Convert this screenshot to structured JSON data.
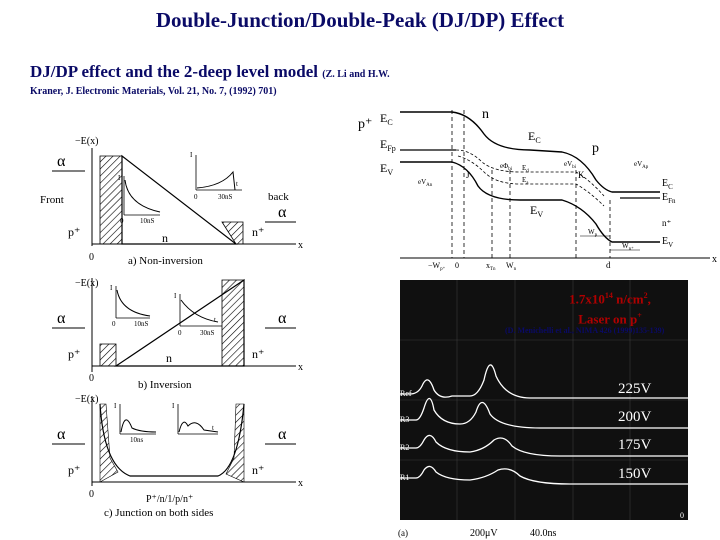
{
  "slide": {
    "title": "Double-Junction/Double-Peak (DJ/DP) Effect",
    "subtitle_main": "DJ/DP effect and the 2-deep level model",
    "subtitle_authors": "(Z. Li and H.W.",
    "reference": "Kraner, J. Electronic Materials, Vol. 21, No. 7, (1992) 701)"
  },
  "panel_a": {
    "ylabel": "−E(x)",
    "front": "Front",
    "back": "back",
    "alpha": "α",
    "p_plus": "p⁺",
    "n": "n",
    "n_plus": "n⁺",
    "x": "x",
    "zero": "0",
    "inset_i": "I",
    "inset_t": "t",
    "inset_10ns": "10nS",
    "inset_0": "0",
    "inset_30ns": "30nS",
    "caption": "a)  Non-inversion"
  },
  "panel_b": {
    "ylabel": "−E(x)",
    "alpha": "α",
    "p_plus": "p⁺",
    "n": "n",
    "n_plus": "n⁺",
    "x": "x",
    "zero": "0",
    "inset_i": "I",
    "inset_t": "t",
    "inset_10ns": "10nS",
    "inset_0": "0",
    "inset_30ns": "30nS",
    "caption": "b)  Inversion"
  },
  "panel_c": {
    "ylabel": "−E(x)",
    "alpha": "α",
    "p_plus": "p⁺",
    "n_plus": "n⁺",
    "x": "x",
    "zero": "0",
    "inset_i": "I",
    "inset_t": "t",
    "inset_10ns": "10ns",
    "layers": "P⁺/n/1/p/n⁺",
    "caption": "c)  Junction on both sides"
  },
  "band": {
    "p_plus": "p⁺",
    "n": "n",
    "p": "p",
    "Ec": "E",
    "Ec_sub": "C",
    "Ev": "E",
    "Ev_sub": "V",
    "EFp": "E",
    "EFp_sub": "Fp",
    "EFn": "E",
    "EFn_sub": "Fn",
    "ephi": "eΦ",
    "ephi_sub": "bi",
    "eVbi": "eV",
    "eVbi_sub": "bi",
    "eVap": "eV",
    "eVap_sub": "Ap",
    "eVAn": "eV",
    "eVAn_sub": "An",
    "Ed": "E",
    "Ed_sub": "d",
    "Ea": "E",
    "Ea_sub": "a",
    "J": "J",
    "K": "K",
    "n_plus": "n⁺",
    "x_tick_Wp": "−W",
    "x_tick_Wp_sub": "p⁺",
    "x_tick_0": "0",
    "x_tick_xtn": "x",
    "x_tick_xtn_sub": "Tn",
    "x_tick_wn": "W",
    "x_tick_wn_sub": "n",
    "x_tick_d": "d",
    "x_tick_wp2": "W",
    "x_tick_wp2_sub": "p",
    "x_tick_wn2": "W",
    "x_tick_wn2_sub": "n⁺",
    "x_axis": "x"
  },
  "scope": {
    "fluence_line1": "1.7x10",
    "fluence_exp": "14",
    "fluence_line1_end": " n/cm",
    "fluence_line1_sup": "2",
    "fluence_line1_comma": ",",
    "fluence_line2": "Laser on p",
    "fluence_line2_sup": "+",
    "citation": "(D. Menichelli et al., NIMA 426 (1999)135-139)",
    "trace_labels": [
      "225V",
      "200V",
      "175V",
      "150V"
    ],
    "channel_labels": [
      "Ref",
      "R3",
      "R2",
      "R1"
    ],
    "footer_a": "(a)",
    "footer_scale": "200μV",
    "footer_time": "40.0ns",
    "footer_zero": "0",
    "label_color": "#ffffff",
    "trace_color": "#ffffff",
    "screen_color": "#101010"
  }
}
